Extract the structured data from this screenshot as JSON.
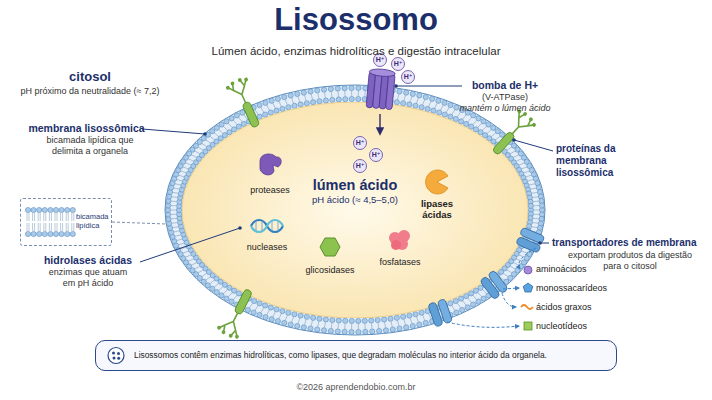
{
  "diagram": {
    "title": "Lisossomo",
    "nodes": [
      {
        "text": [
          "bicamada lipídica"
        ]
      },
      {
        "text": [
          "lúmen ácido",
          "pH ácido (≈ 4,5–5,0)"
        ]
      },
      {
        "text": [
          "proteases"
        ],
        "in": 1
      },
      {
        "text": [
          "lipases ácidas"
        ],
        "in": 1
      },
      {
        "text": [
          "nucleases"
        ],
        "in": 1
      },
      {
        "text": [
          "glicosidases"
        ],
        "in": 1
      },
      {
        "text": [
          "fosfatases"
        ],
        "in": 1
      },
      {
        "text": [
          "Lisossomos contêm enzimas hidrolíticas, como lipases, que degradam moléculas no interior ácido da organela."
        ]
      }
    ],
    "labels": [
      "Lúmen ácido, enzimas hidrolíticas e digestão intracelular",
      "citosol",
      "pH próximo da neutralidade (≈ 7,2)",
      "membrana lisossômica",
      "bicamada lipídica que delimita a organela",
      "hidrolases ácidas",
      "enzimas que atuam em pH ácido",
      "bomba de H+",
      "(V-ATPase)",
      "mantém o lúmen ácido",
      "proteínas da membrana lisossômica",
      "transportadores de membrana",
      "exportam produtos da digestão para o citosol",
      "aminoácidos",
      "monossacarídeos",
      "ácidos graxos",
      "nucleotídeos",
      "H⁺",
      "H⁺",
      "H⁺",
      "H⁺",
      "H⁺",
      "H⁺",
      "©2026 aprendendobio.com.br"
    ]
  }
}
